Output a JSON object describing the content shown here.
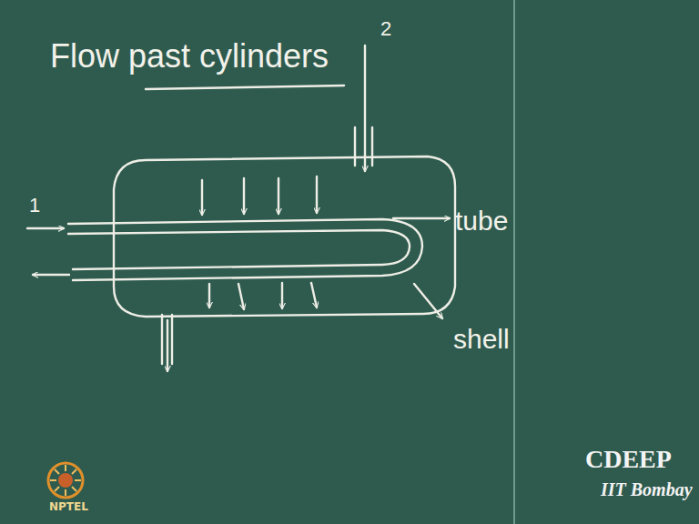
{
  "diagram": {
    "title": "Flow past cylinders",
    "labels": [
      "1",
      "2",
      "tube",
      "shell",
      "CDEEP",
      "IIT Bombay",
      "NPTEL"
    ]
  }
}
